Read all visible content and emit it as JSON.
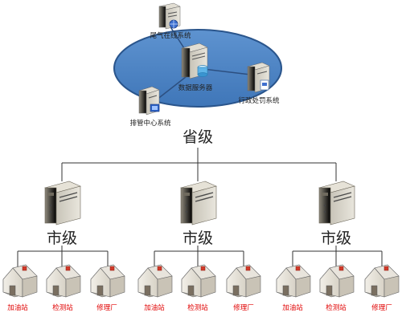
{
  "province": {
    "label": "省级",
    "ring_color": "#4f86c6",
    "systems": [
      {
        "label": "尾气在线系统",
        "icon": "server-globe-icon"
      },
      {
        "label": "数据服务器",
        "icon": "database-server-icon"
      },
      {
        "label": "行政处罚系统",
        "icon": "server-document-icon"
      },
      {
        "label": "排管中心系统",
        "icon": "server-monitor-icon"
      }
    ]
  },
  "cities": [
    {
      "label": "市级",
      "icon": "server-icon",
      "sites": [
        {
          "label": "加油站",
          "icon": "house-icon"
        },
        {
          "label": "检测站",
          "icon": "house-icon"
        },
        {
          "label": "修理厂",
          "icon": "house-icon"
        }
      ]
    },
    {
      "label": "市级",
      "icon": "server-icon",
      "sites": [
        {
          "label": "加油站",
          "icon": "house-icon"
        },
        {
          "label": "检测站",
          "icon": "house-icon"
        },
        {
          "label": "修理厂",
          "icon": "house-icon"
        }
      ]
    },
    {
      "label": "市级",
      "icon": "server-icon",
      "sites": [
        {
          "label": "加油站",
          "icon": "house-icon"
        },
        {
          "label": "检测站",
          "icon": "house-icon"
        },
        {
          "label": "修理厂",
          "icon": "house-icon"
        }
      ]
    }
  ],
  "colors": {
    "site_label": "#e00000",
    "line": "#333333"
  }
}
